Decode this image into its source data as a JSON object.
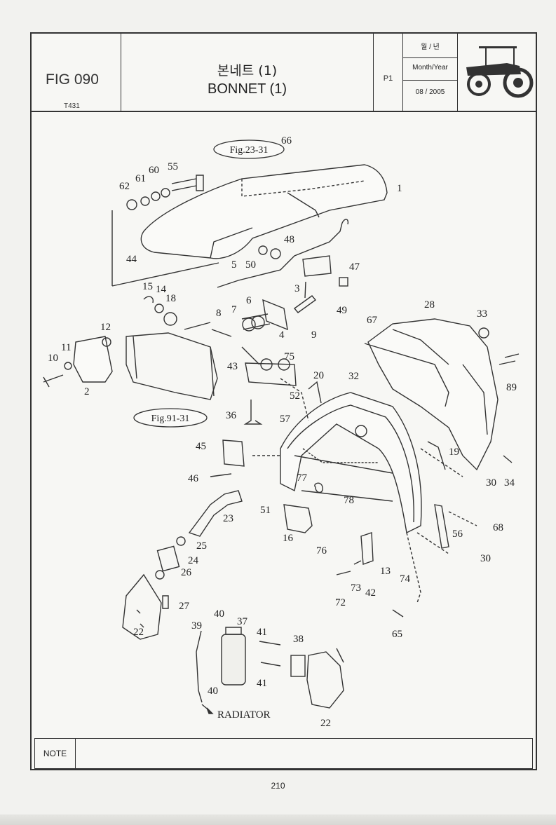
{
  "header": {
    "fig_no": "FIG 090",
    "model": "T431",
    "title_ko": "본네트 (1)",
    "title_en": "BONNET (1)",
    "page_code": "P1",
    "date_label_ko": "월 / 년",
    "date_label_en": "Month/Year",
    "date_value": "08 / 2005"
  },
  "diagram": {
    "refs": [
      "Fig.23-31",
      "Fig.91-31"
    ],
    "radiator_label": "RADIATOR",
    "callouts": [
      "1",
      "2",
      "3",
      "4",
      "5",
      "6",
      "7",
      "8",
      "9",
      "10",
      "11",
      "12",
      "13",
      "14",
      "15",
      "16",
      "18",
      "19",
      "20",
      "22",
      "22",
      "23",
      "24",
      "25",
      "26",
      "27",
      "28",
      "30",
      "30",
      "32",
      "33",
      "34",
      "36",
      "37",
      "38",
      "39",
      "40",
      "40",
      "41",
      "41",
      "42",
      "43",
      "44",
      "45",
      "46",
      "47",
      "48",
      "49",
      "50",
      "51",
      "52",
      "55",
      "56",
      "57",
      "60",
      "61",
      "62",
      "65",
      "66",
      "67",
      "68",
      "72",
      "73",
      "74",
      "75",
      "76",
      "77",
      "78",
      "89"
    ]
  },
  "note_label": "NOTE",
  "page_number": "210"
}
